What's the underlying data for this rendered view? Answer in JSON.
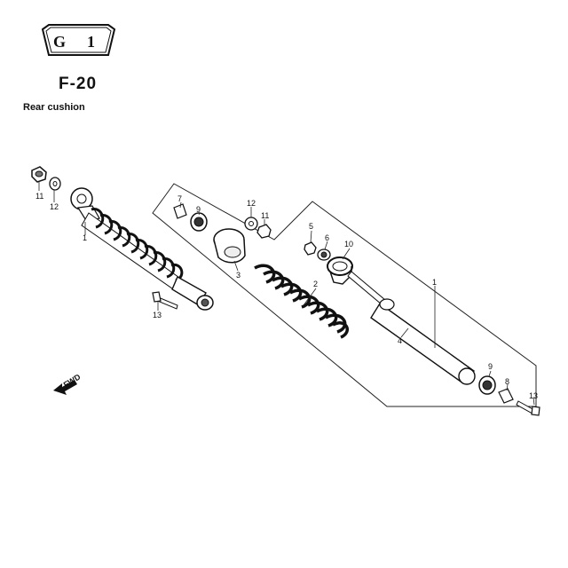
{
  "header": {
    "badge_letter": "G",
    "badge_number": "1",
    "page_code": "F-20",
    "section_title": "Rear cushion"
  },
  "diagram": {
    "direction_label": "FWD",
    "callouts": [
      "11",
      "12",
      "1",
      "13",
      "7",
      "9",
      "3",
      "12",
      "11",
      "2",
      "5",
      "6",
      "10",
      "1",
      "4",
      "9",
      "8",
      "13"
    ]
  }
}
